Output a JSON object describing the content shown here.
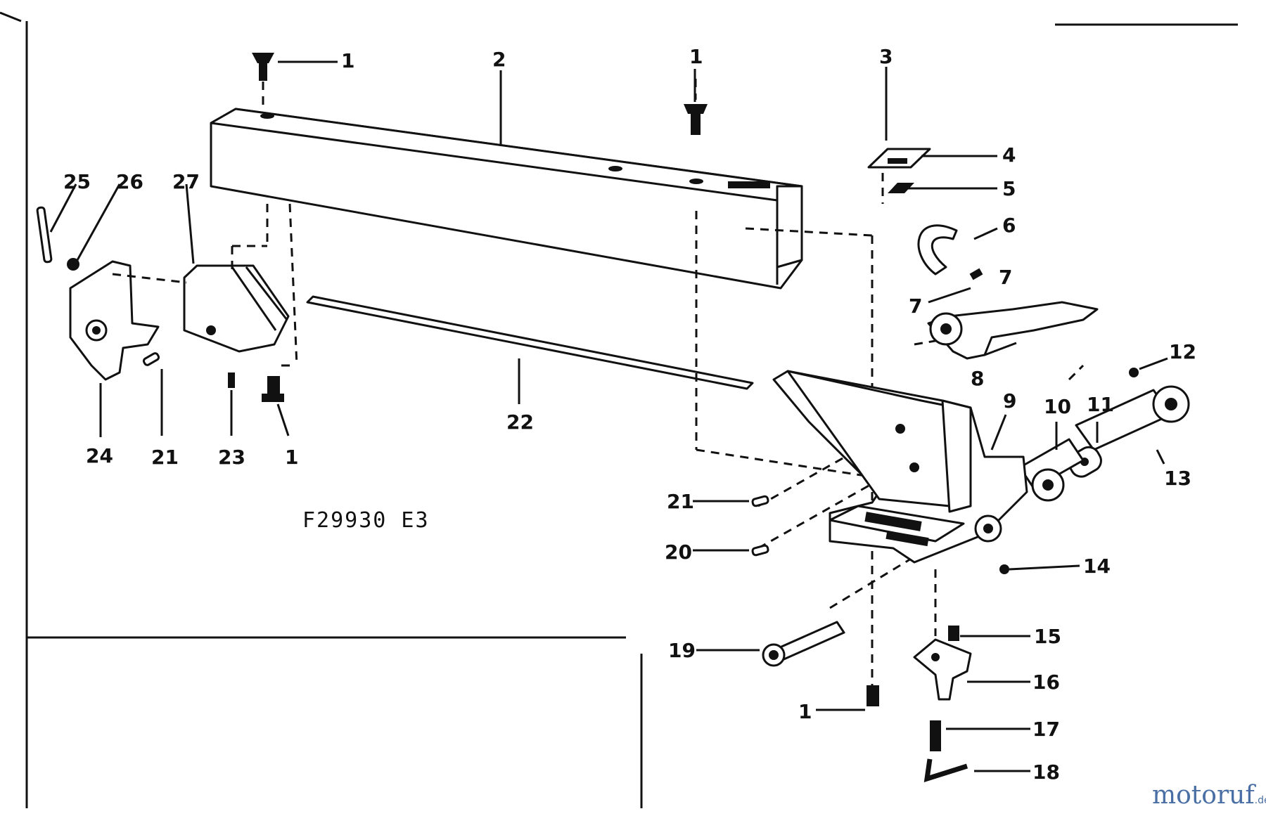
{
  "drawing_code": "F29930 E3",
  "watermark": {
    "part_a": "motoruf",
    "part_b": "",
    "suffix": ".de",
    "color_a": "#4a6fa5",
    "color_b": "#e07a1f"
  },
  "callouts": {
    "c1_top_left": "1",
    "c2": "2",
    "c1_top_mid": "1",
    "c3": "3",
    "c4": "4",
    "c5": "5",
    "c6": "6",
    "c7a": "7",
    "c7b": "7",
    "c8": "8",
    "c9": "9",
    "c10": "10",
    "c11": "11",
    "c12": "12",
    "c13": "13",
    "c14": "14",
    "c15": "15",
    "c16": "16",
    "c17": "17",
    "c18": "18",
    "c19": "19",
    "c20": "20",
    "c21_right": "21",
    "c22": "22",
    "c1_bottom_right": "1",
    "c25": "25",
    "c26": "26",
    "c27": "27",
    "c24": "24",
    "c21_left": "21",
    "c23": "23",
    "c1_bottom_left": "1"
  }
}
